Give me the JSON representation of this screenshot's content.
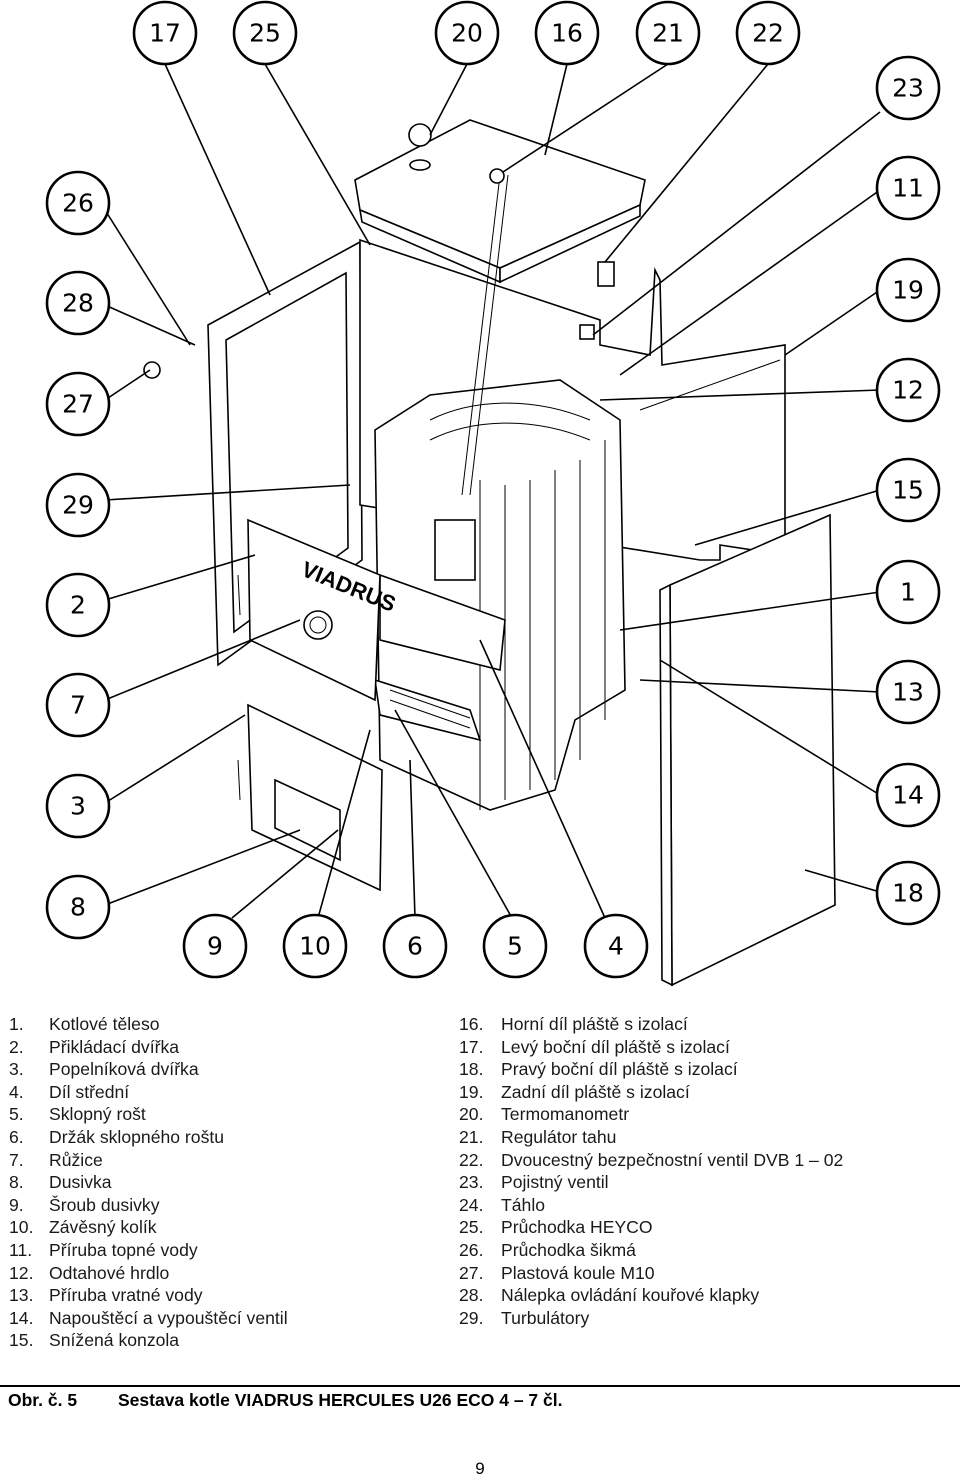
{
  "diagram": {
    "callouts": [
      "17",
      "25",
      "20",
      "16",
      "21",
      "22",
      "23",
      "11",
      "19",
      "12",
      "15",
      "1",
      "13",
      "14",
      "18",
      "26",
      "28",
      "27",
      "29",
      "2",
      "7",
      "3",
      "8",
      "9",
      "10",
      "6",
      "5",
      "4"
    ],
    "brand_text": "VIADRUS"
  },
  "legend_left": [
    {
      "num": "1.",
      "label": "Kotlové těleso"
    },
    {
      "num": "2.",
      "label": "Přikládací dvířka"
    },
    {
      "num": "3.",
      "label": "Popelníková dvířka"
    },
    {
      "num": "4.",
      "label": "Díl střední"
    },
    {
      "num": "5.",
      "label": "Sklopný rošt"
    },
    {
      "num": "6.",
      "label": "Držák sklopného roštu"
    },
    {
      "num": "7.",
      "label": "Růžice"
    },
    {
      "num": "8.",
      "label": "Dusivka"
    },
    {
      "num": "9.",
      "label": "Šroub dusivky"
    },
    {
      "num": "10.",
      "label": "Závěsný kolík"
    },
    {
      "num": "11.",
      "label": "Příruba topné vody"
    },
    {
      "num": "12.",
      "label": "Odtahové hrdlo"
    },
    {
      "num": "13.",
      "label": "Příruba vratné vody"
    },
    {
      "num": "14.",
      "label": "Napouštěcí a vypouštěcí ventil"
    },
    {
      "num": "15.",
      "label": "Snížená konzola"
    }
  ],
  "legend_right": [
    {
      "num": "16.",
      "label": "Horní díl pláště s izolací"
    },
    {
      "num": "17.",
      "label": "Levý boční díl pláště s izolací"
    },
    {
      "num": "18.",
      "label": "Pravý boční díl pláště s izolací"
    },
    {
      "num": "19.",
      "label": "Zadní díl pláště s izolací"
    },
    {
      "num": "20.",
      "label": "Termomanometr"
    },
    {
      "num": "21.",
      "label": "Regulátor tahu"
    },
    {
      "num": "22.",
      "label": "Dvoucestný bezpečnostní ventil DVB 1 – 02"
    },
    {
      "num": "23.",
      "label": "Pojistný ventil"
    },
    {
      "num": "24.",
      "label": "Táhlo"
    },
    {
      "num": "25.",
      "label": "Průchodka HEYCO"
    },
    {
      "num": "26.",
      "label": "Průchodka šikmá"
    },
    {
      "num": "27.",
      "label": "Plastová koule M10"
    },
    {
      "num": "28.",
      "label": "Nálepka ovládání kouřové klapky"
    },
    {
      "num": "29.",
      "label": "Turbulátory"
    }
  ],
  "caption": {
    "label": "Obr. č. 5",
    "title": "Sestava kotle VIADRUS HERCULES U26 ECO 4 – 7 čl."
  },
  "page_number": "9"
}
